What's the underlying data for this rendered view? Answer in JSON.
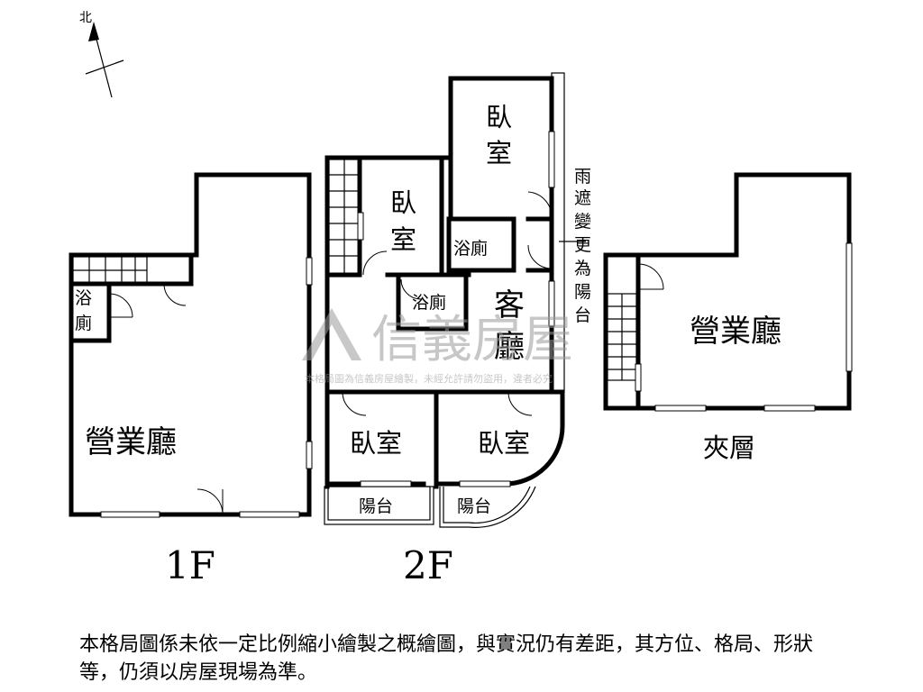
{
  "north": {
    "label": "北"
  },
  "floors": {
    "first": {
      "name": "1F",
      "rooms": {
        "main_hall": "營業廳",
        "bath": "浴\n廁"
      }
    },
    "second": {
      "name": "2F",
      "rooms": {
        "bedroom_top": "臥\n室",
        "bedroom_left": "臥\n室",
        "bath_upper": "浴廁",
        "bath_lower": "浴廁",
        "living": "客\n廳",
        "bedroom_bl": "臥室",
        "bedroom_br": "臥室",
        "balcony_left": "陽台",
        "balcony_right": "陽台"
      },
      "note": "雨\n遮\n變\n更\n為\n陽\n台"
    },
    "mezzanine": {
      "name": "夾層",
      "rooms": {
        "main_hall": "營業廳"
      }
    }
  },
  "watermark": {
    "brand": "信義房屋",
    "note": "本格局圖為信義房屋繪製，未經允許請勿盜用，違者必究"
  },
  "disclaimer": "本格局圖係未依一定比例縮小繪製之概繪圖，與實況仍有差距，其方位、格局、形狀等，仍須以房屋現場為準。"
}
